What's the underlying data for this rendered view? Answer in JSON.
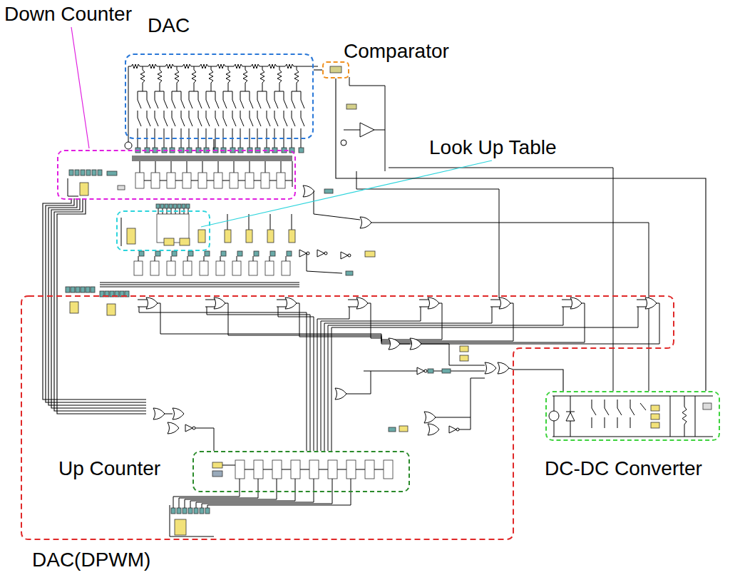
{
  "diagram": {
    "nodes": [
      {
        "text": [
          "DAC"
        ]
      },
      {
        "text": [
          "Comparator"
        ]
      },
      {
        "text": [
          "Down Counter"
        ]
      },
      {
        "text": [
          "Look Up Table"
        ]
      },
      {
        "text": [
          "DAC(DPWM)"
        ]
      },
      {
        "text": [
          "Up Counter"
        ],
        "in": 4
      },
      {
        "text": [
          "DC-DC Converter"
        ]
      }
    ],
    "edges": [
      {
        "from": 0,
        "to": 1,
        "arrow": "none"
      },
      {
        "from": 2,
        "to": 0,
        "arrow": "none"
      },
      {
        "from": 4,
        "to": 6,
        "arrow": "none"
      },
      {
        "from": 6,
        "to": 1,
        "arrow": "none"
      }
    ]
  }
}
